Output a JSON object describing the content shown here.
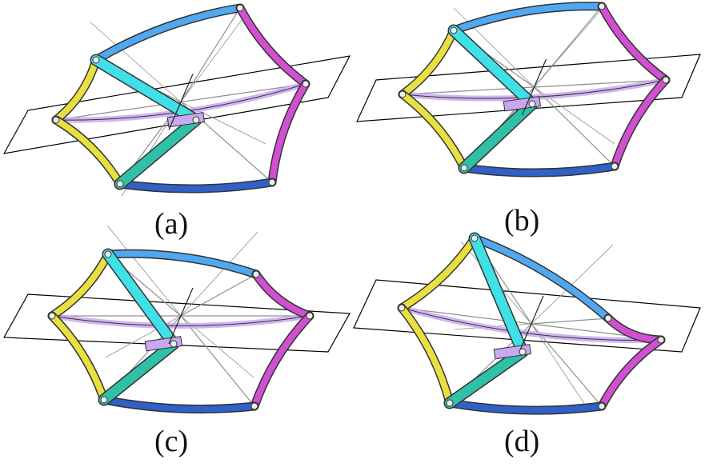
{
  "panels": [
    {
      "id": "a",
      "label": "(a)"
    },
    {
      "id": "b",
      "label": "(b)"
    },
    {
      "id": "c",
      "label": "(c)"
    },
    {
      "id": "d",
      "label": "(d)"
    }
  ],
  "colors": {
    "yellow": "#e8e040",
    "cyan": "#40e0e8",
    "teal": "#30c0a8",
    "blue": "#3060c8",
    "skyblue": "#50a8f0",
    "magenta": "#d050d0",
    "lavender": "#c8a8f0",
    "plane": "#000000",
    "spoke": "#909090"
  }
}
